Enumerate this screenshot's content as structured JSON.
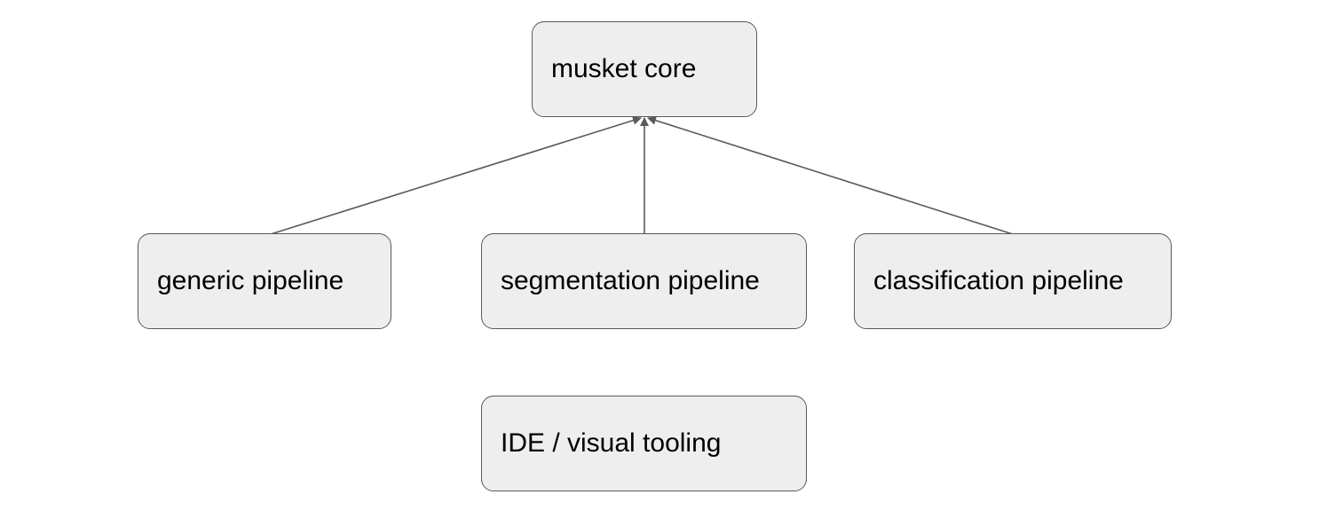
{
  "diagram": {
    "nodes": [
      {
        "id": "core",
        "label": "musket core"
      },
      {
        "id": "generic",
        "label": "generic pipeline"
      },
      {
        "id": "segmentation",
        "label": "segmentation pipeline"
      },
      {
        "id": "classification",
        "label": "classification pipeline"
      },
      {
        "id": "ide",
        "label": "IDE / visual tooling"
      }
    ],
    "edges": [
      {
        "from": "generic",
        "to": "core"
      },
      {
        "from": "segmentation",
        "to": "core"
      },
      {
        "from": "classification",
        "to": "core"
      }
    ],
    "colors": {
      "node_fill": "#eeeeee",
      "node_border": "#595959",
      "edge": "#595959",
      "text": "#000000"
    }
  }
}
